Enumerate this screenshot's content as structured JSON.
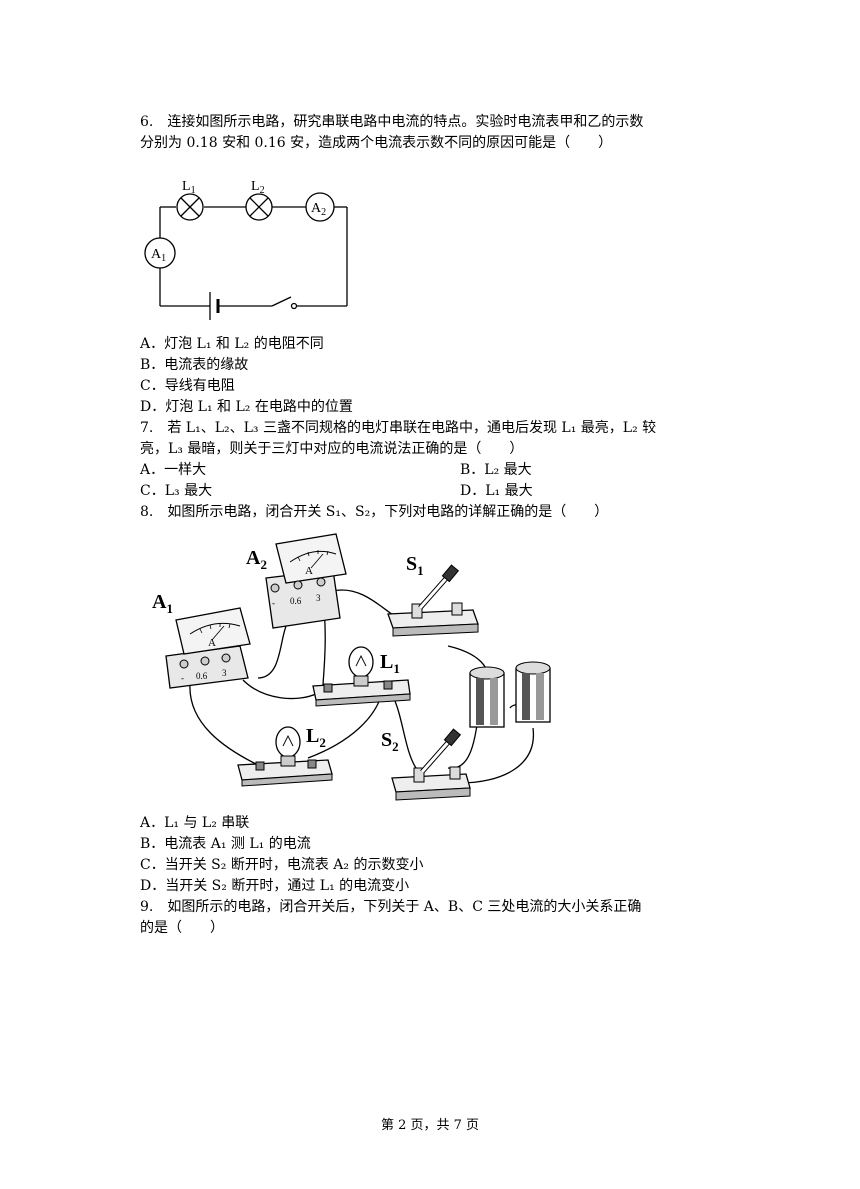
{
  "q6": {
    "line1": "6.　连接如图所示电路，研究串联电路中电流的特点。实验时电流表甲和乙的示数",
    "line2": "分别为 0.18 安和 0.16 安，造成两个电流表示数不同的原因可能是（　　）",
    "fig_labels": {
      "l1": "L1",
      "l2": "L2",
      "a1": "A1",
      "a2": "A2"
    },
    "options": [
      "A．灯泡 L₁ 和 L₂ 的电阻不同",
      "B．电流表的缘故",
      "C．导线有电阻",
      "D．灯泡 L₁ 和 L₂ 在电路中的位置"
    ]
  },
  "q7": {
    "line1": "7.　若 L₁、L₂、L₃ 三盏不同规格的电灯串联在电路中，通电后发现 L₁ 最亮，L₂ 较",
    "line2": "亮，L₃ 最暗，则关于三灯中对应的电流说法正确的是（　　）",
    "options": [
      "A．一样大",
      "B．L₂ 最大",
      "C．L₃ 最大",
      "D．L₁ 最大"
    ]
  },
  "q8": {
    "line1": "8.　如图所示电路，闭合开关 S₁、S₂，下列对电路的详解正确的是（　　）",
    "fig_labels": {
      "a1": "A1",
      "a2": "A2",
      "l1": "L1",
      "l2": "L2",
      "s1": "S1",
      "s2": "S2",
      "meter_unit": "A",
      "t_minus": "-",
      "t_06": "0.6",
      "t_3": "3"
    },
    "options": [
      "A．L₁ 与 L₂ 串联",
      "B．电流表 A₁ 测 L₁ 的电流",
      "C．当开关 S₂ 断开时，电流表 A₂ 的示数变小",
      "D．当开关 S₂ 断开时，通过 L₁ 的电流变小"
    ]
  },
  "q9": {
    "line1": "9.　如图所示的电路，闭合开关后，下列关于 A、B、C 三处电流的大小关系正确",
    "line2": "的是（　　）"
  },
  "footer": "第 2 页，共 7 页"
}
